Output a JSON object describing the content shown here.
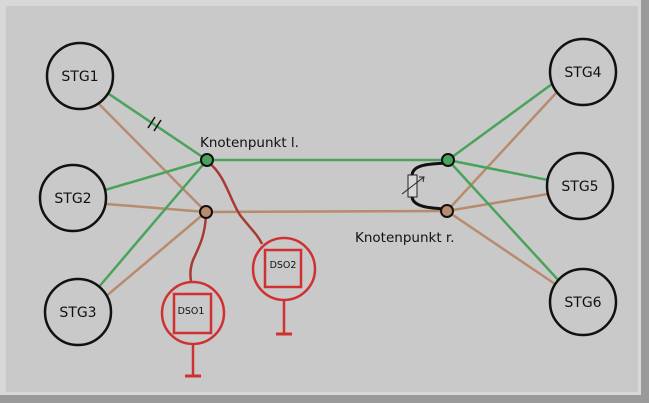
{
  "controllers": {
    "stg1": "STG1",
    "stg2": "STG2",
    "stg3": "STG3",
    "stg4": "STG4",
    "stg5": "STG5",
    "stg6": "STG6"
  },
  "nodes": {
    "left": "Knotenpunkt l.",
    "right": "Knotenpunkt r."
  },
  "probes": {
    "dso1": "DSO1",
    "dso2": "DSO2"
  },
  "colors": {
    "background": "#c8c8c8",
    "can_high": "#4aa35a",
    "can_low": "#b88b6e",
    "probe": "#d03030",
    "probe_lead": "#a83a34"
  }
}
